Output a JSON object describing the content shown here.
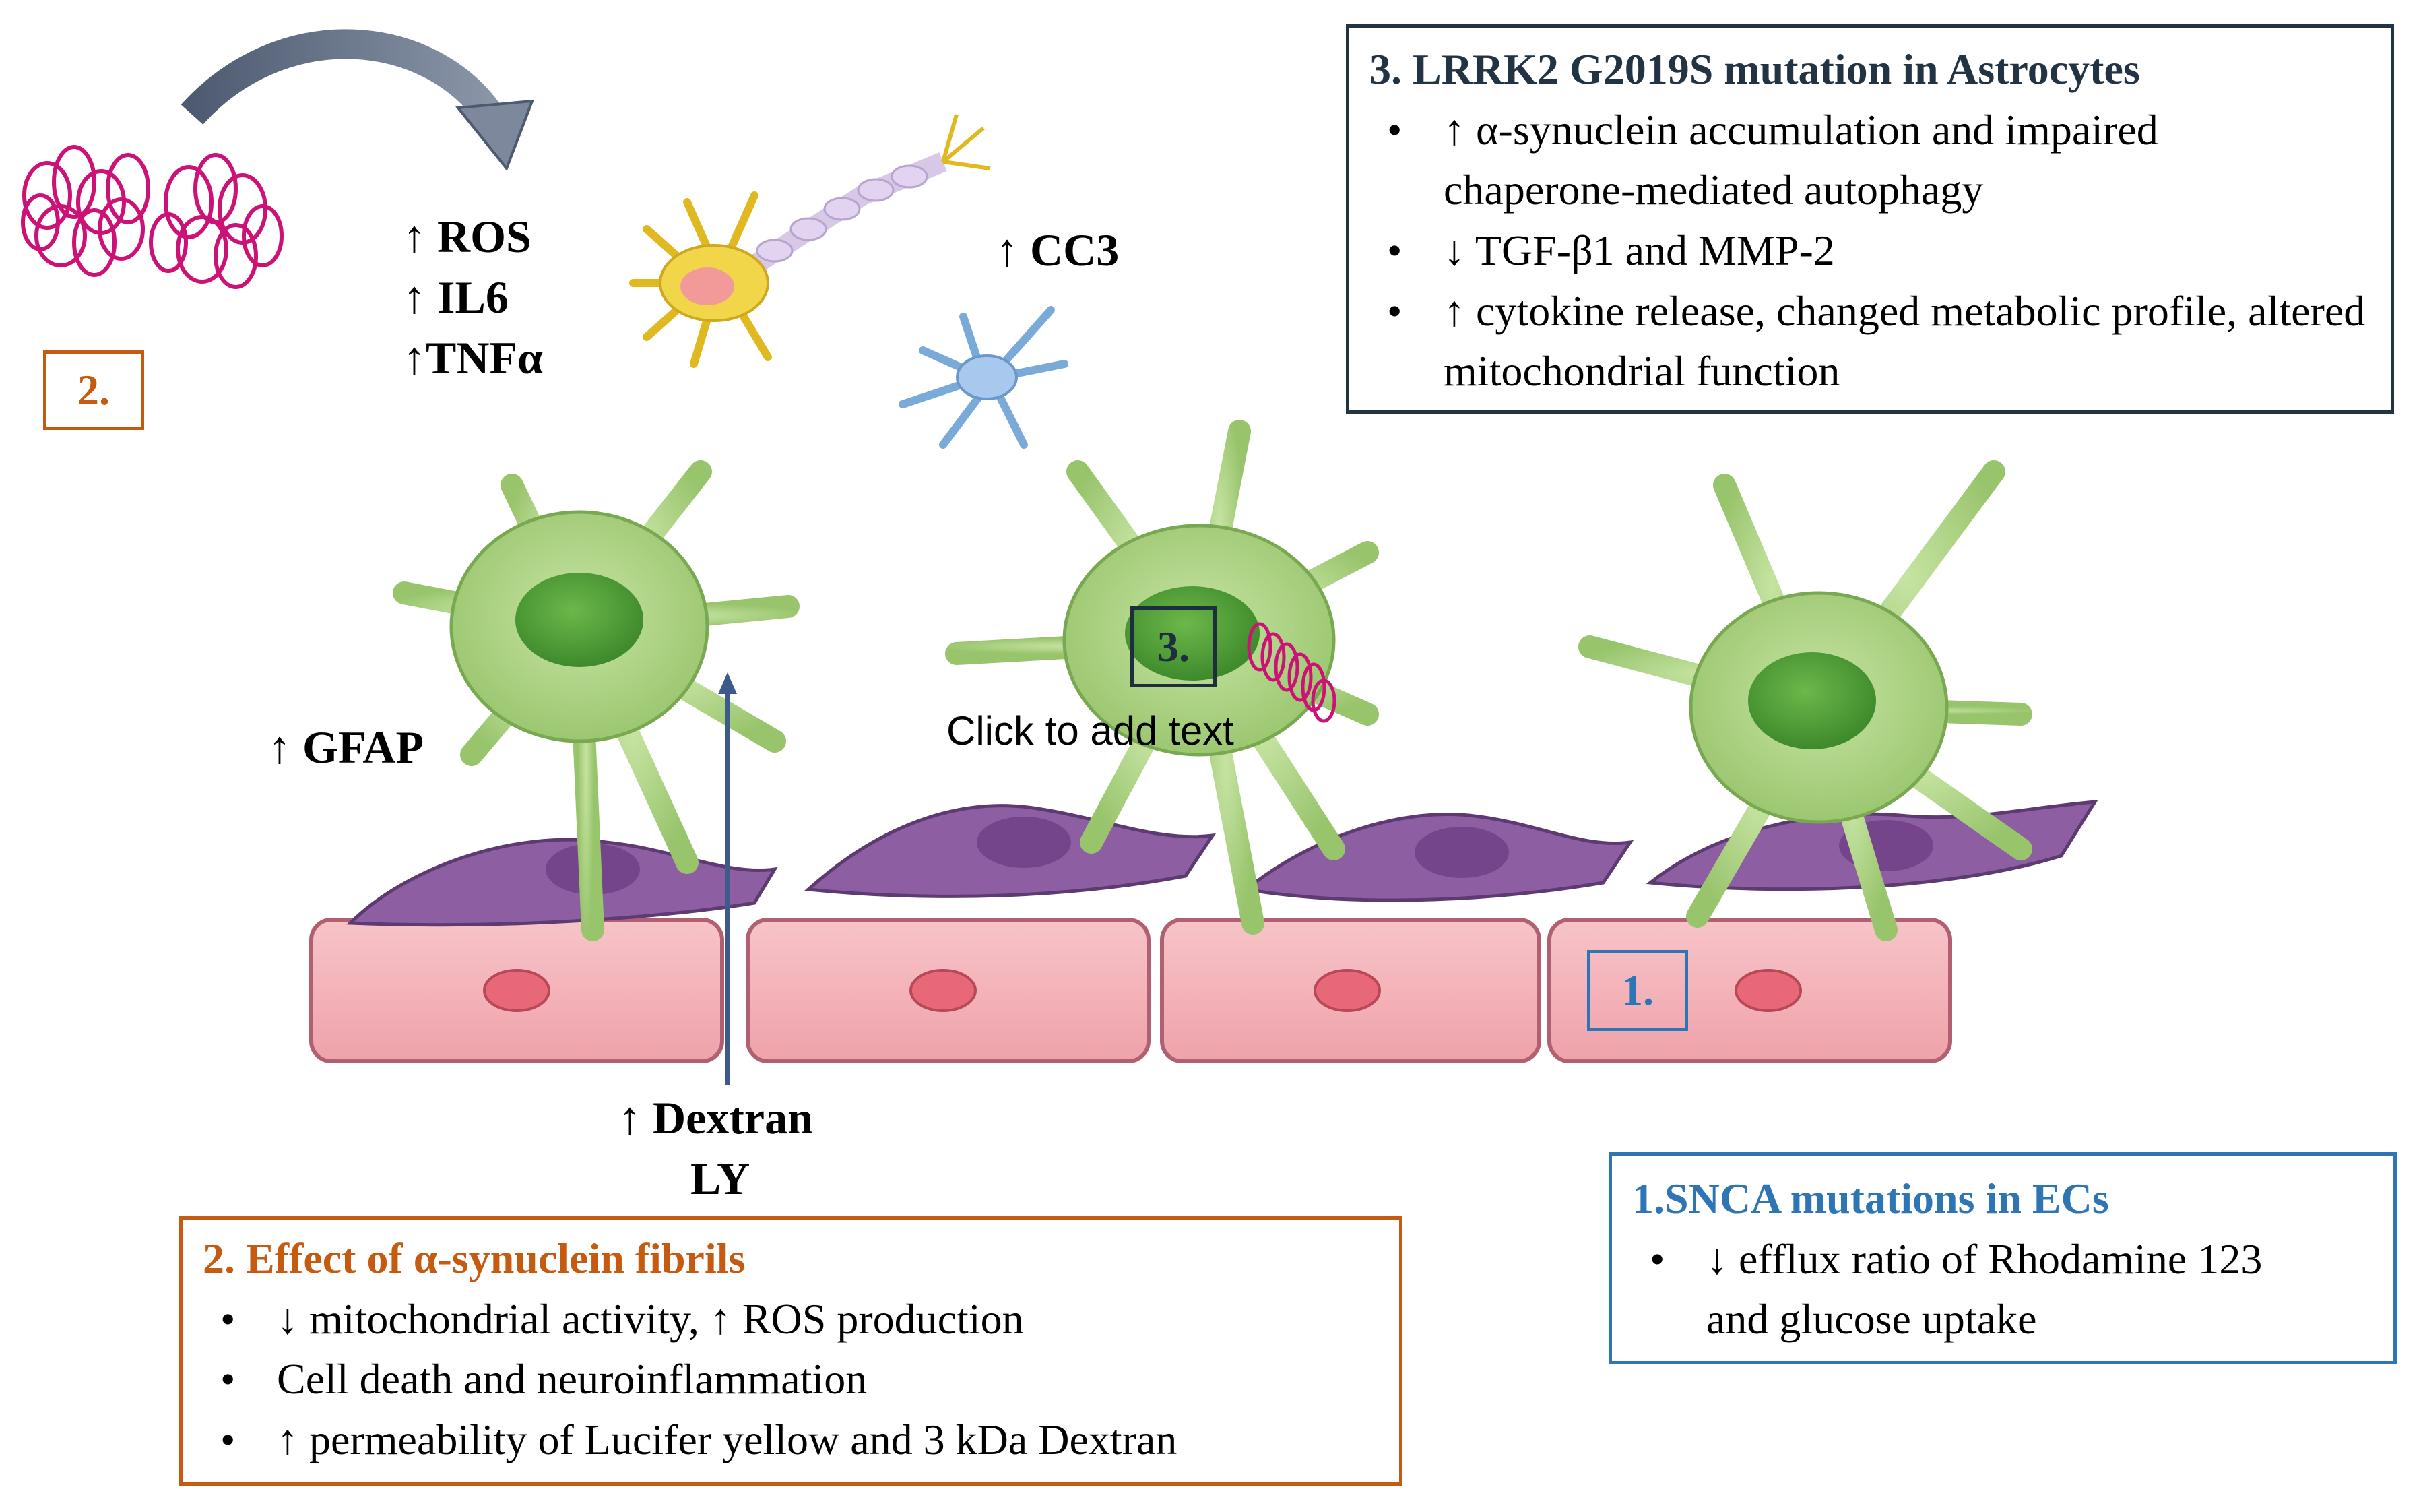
{
  "labels": {
    "ros": "↑ ROS",
    "il6": "↑ IL6",
    "tnf": "↑TNFα",
    "cc3": "↑ CC3",
    "gfap": "↑ GFAP",
    "dextran": "↑ Dextran",
    "ly": "LY",
    "click_text": "Click to add text"
  },
  "markers": {
    "m2": "2.",
    "m3": "3.",
    "m1": "1."
  },
  "box3": {
    "title": "3. LRRK2 G2019S mutation in Astrocytes",
    "items": [
      "↑ α-synuclein accumulation and impaired chaperone-mediated autophagy",
      "↓ TGF-β1 and MMP-2",
      "↑ cytokine release, changed metabolic profile, altered mitochondrial function"
    ]
  },
  "box2": {
    "title": "2. Effect of α-synuclein fibrils",
    "items": [
      "↓ mitochondrial activity, ↑ ROS production",
      "Cell death and neuroinflammation",
      "↑ permeability of Lucifer yellow and 3 kDa Dextran"
    ]
  },
  "box1": {
    "title": "1.SNCA mutations in ECs",
    "items": [
      "↓ efflux ratio of Rhodamine 123 and glucose uptake"
    ]
  },
  "colors": {
    "orange": "#c55a11",
    "blue": "#2e75b6",
    "navy": "#223344",
    "astrocyte": "#a8d080",
    "pericyte": "#8e5ea2",
    "endothelial": "#f4aeb4",
    "fibril": "#cc1177"
  }
}
